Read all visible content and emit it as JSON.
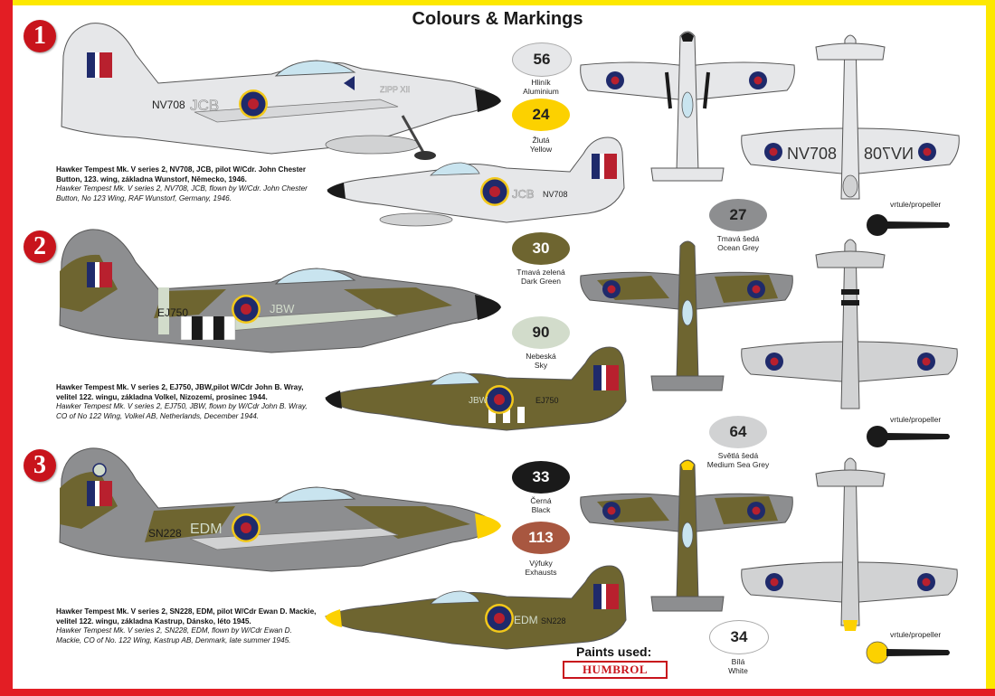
{
  "title": "Colours & Markings",
  "schemes": [
    {
      "number": "1",
      "desc_cz": "Hawker Tempest Mk. V series 2, NV708, JCB, pilot W/Cdr. John Chester Button,  123. wing, základna Wunstorf, Německo, 1946.",
      "desc_en": "Hawker Tempest Mk. V series 2, NV708, JCB,  flown by W/Cdr. John Chester Button,  No 123 Wing, RAF Wunstorf, Germany, 1946.",
      "serial": "NV708",
      "code": "JCB",
      "nose_art": "ZIPP XII",
      "underside_serial": "NV708",
      "underside_serial_mirrored": "NV708"
    },
    {
      "number": "2",
      "desc_cz": "Hawker Tempest Mk. V series 2, EJ750, JBW,pilot W/Cdr John B. Wray, velitel 122. wingu, základna Volkel, Nizozemí, prosinec 1944.",
      "desc_en": "Hawker Tempest Mk. V series 2, EJ750, JBW, flown by W/Cdr John B. Wray, CO of No 122 Wing, Volkel AB, Netherlands, December 1944.",
      "serial": "EJ750",
      "code": "JBW"
    },
    {
      "number": "3",
      "desc_cz": "Hawker Tempest Mk. V series 2, SN228, EDM, pilot W/Cdr Ewan D. Mackie, velitel 122. wingu, základna Kastrup, Dánsko, léto 1945.",
      "desc_en": "Hawker Tempest Mk. V series 2, SN228, EDM, flown by W/Cdr Ewan D. Mackie, CO of No. 122 Wing, Kastrup AB, Denmark, late summer 1945.",
      "serial": "SN228",
      "code": "EDM"
    }
  ],
  "paints": [
    {
      "id": "56",
      "cz": "Hliník",
      "en": "Aluminium",
      "color": "#e6e7e9",
      "text_color": "#222222"
    },
    {
      "id": "24",
      "cz": "Žlutá",
      "en": "Yellow",
      "color": "#fcd100",
      "text_color": "#222222"
    },
    {
      "id": "27",
      "cz": "Tmavá šedá",
      "en": "Ocean Grey",
      "color": "#8d8e90",
      "text_color": "#222222"
    },
    {
      "id": "30",
      "cz": "Tmavá zelená",
      "en": "Dark Green",
      "color": "#6e6530",
      "text_color": "#ffffff"
    },
    {
      "id": "90",
      "cz": "Nebeská",
      "en": "Sky",
      "color": "#d2dccb",
      "text_color": "#222222"
    },
    {
      "id": "64",
      "cz": "Světlá šedá",
      "en": "Medium Sea Grey",
      "color": "#d1d2d3",
      "text_color": "#222222"
    },
    {
      "id": "33",
      "cz": "Černá",
      "en": "Black",
      "color": "#1a1a1a",
      "text_color": "#ffffff"
    },
    {
      "id": "113",
      "cz": "Výfuky",
      "en": "Exhausts",
      "color": "#a85740",
      "text_color": "#ffffff"
    },
    {
      "id": "34",
      "cz": "Bílá",
      "en": "White",
      "color": "#ffffff",
      "text_color": "#222222"
    }
  ],
  "propeller_label": "vrtule/propeller",
  "paints_used_label": "Paints used:",
  "brand": "HUMBROL",
  "colors": {
    "frame_red": "#e31e24",
    "frame_yellow": "#fde800",
    "roundel_blue": "#1f2a6b",
    "roundel_red": "#b8202e",
    "roundel_yellow": "#f2c81a",
    "aluminium": "#e6e7e9",
    "ocean_grey": "#8d8e90",
    "dark_green": "#6e6530",
    "sea_grey": "#d1d2d3"
  }
}
